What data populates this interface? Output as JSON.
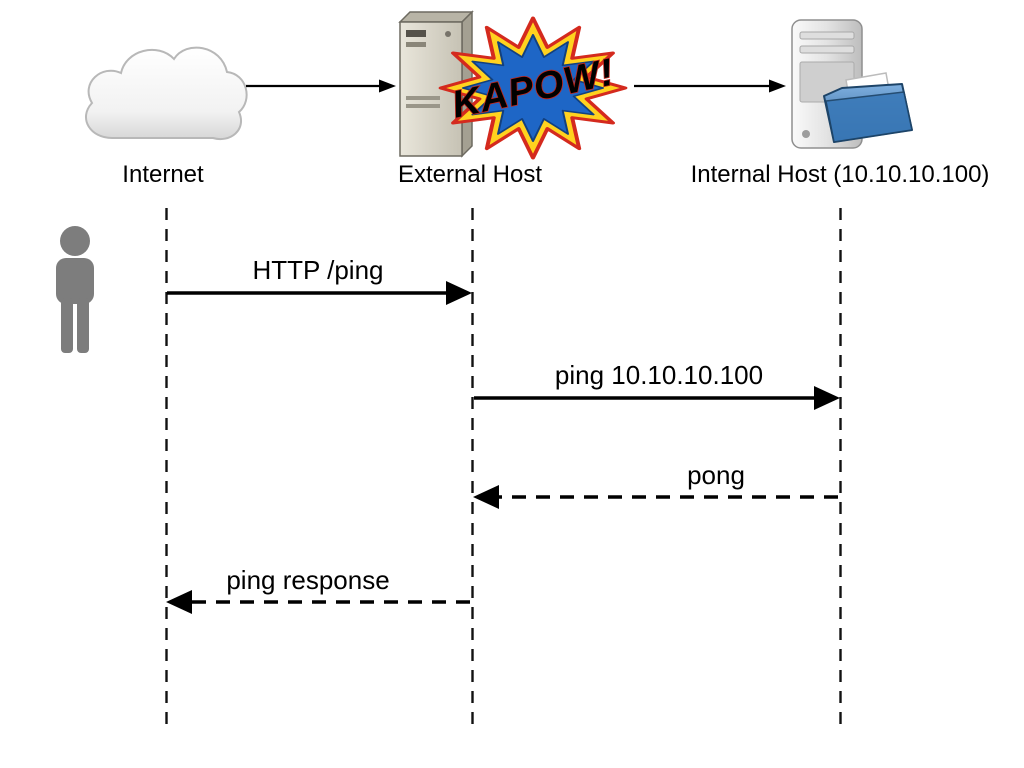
{
  "diagram": {
    "type": "sequence-diagram",
    "actors": [
      {
        "id": "internet",
        "label": "Internet",
        "icon": "cloud-icon"
      },
      {
        "id": "external-host",
        "label": "External Host",
        "icon": "server-tower-icon"
      },
      {
        "id": "internal-host",
        "label": "Internal Host (10.10.10.100)",
        "icon": "server-files-icon"
      }
    ],
    "burst": {
      "text": "KAPOW!"
    },
    "messages": [
      {
        "from": "internet",
        "to": "external-host",
        "label": "HTTP /ping",
        "line": "solid",
        "direction": "right"
      },
      {
        "from": "external-host",
        "to": "internal-host",
        "label": "ping 10.10.10.100",
        "line": "solid",
        "direction": "right"
      },
      {
        "from": "internal-host",
        "to": "external-host",
        "label": "pong",
        "line": "dashed",
        "direction": "left"
      },
      {
        "from": "external-host",
        "to": "internet",
        "label": "ping response",
        "line": "dashed",
        "direction": "left"
      }
    ],
    "colors": {
      "line": "#000000",
      "burst_yellow": "#ffd21f",
      "burst_blue": "#1e66c6",
      "burst_red": "#d42a1e",
      "person_gray": "#7d7d7d",
      "folder_blue": "#2a5d92"
    }
  }
}
